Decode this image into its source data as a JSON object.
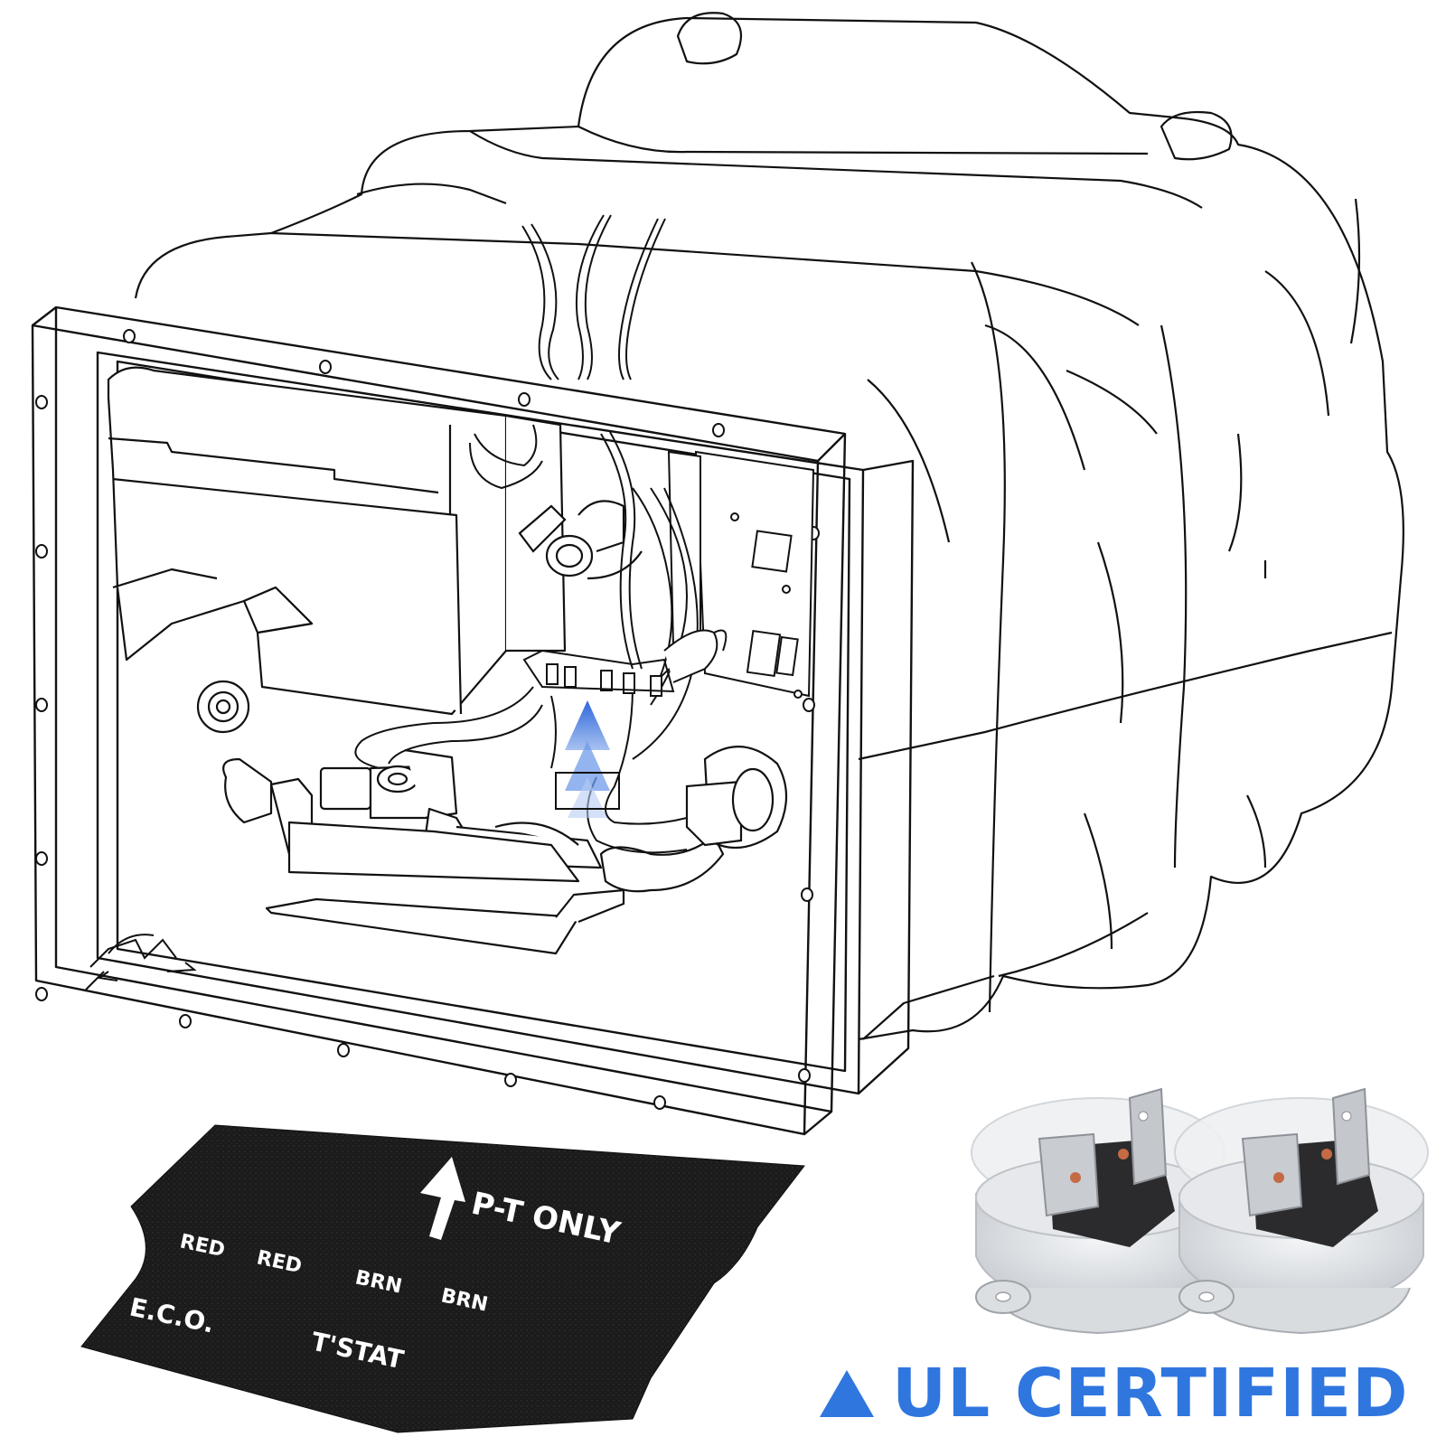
{
  "illustration": {
    "subject": "water-heater-line-drawing",
    "colors": {
      "line": "#111111",
      "highlight_arrow": "#3f7be3"
    }
  },
  "insulation_card": {
    "color": "#1a1a1a",
    "arrow_label": "P-T ONLY",
    "wire_labels": [
      "RED",
      "RED",
      "BRN",
      "BRN"
    ],
    "eco_label": "E.C.O.",
    "tstat_label": "T'STAT"
  },
  "thermostats": {
    "count": 2
  },
  "badge": {
    "icon": "triangle-icon",
    "text": "UL CERTIFIED",
    "color": "#2f76df"
  }
}
